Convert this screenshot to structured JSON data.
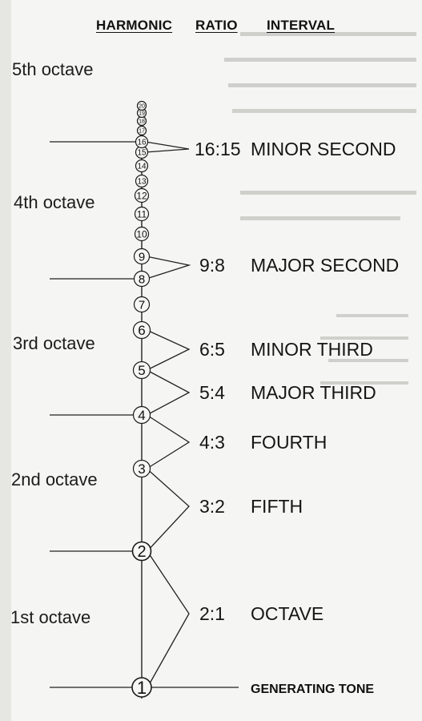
{
  "headers": {
    "harmonic": "HARMONIC",
    "ratio": "RATIO",
    "interval": "INTERVAL"
  },
  "octaves": [
    {
      "label": "5th octave"
    },
    {
      "label": "4th octave"
    },
    {
      "label": "3rd octave"
    },
    {
      "label": "2nd octave"
    },
    {
      "label": "1st octave"
    }
  ],
  "harmonics": [
    1,
    2,
    3,
    4,
    5,
    6,
    7,
    8,
    9,
    10,
    11,
    12,
    13,
    14,
    15,
    16,
    17,
    18,
    19,
    20
  ],
  "intervals": [
    {
      "ratio": "16:15",
      "name": "MINOR SECOND",
      "upper": 16,
      "lower": 15
    },
    {
      "ratio": "9:8",
      "name": "MAJOR SECOND",
      "upper": 9,
      "lower": 8
    },
    {
      "ratio": "6:5",
      "name": "MINOR THIRD",
      "upper": 6,
      "lower": 5
    },
    {
      "ratio": "5:4",
      "name": "MAJOR THIRD",
      "upper": 5,
      "lower": 4
    },
    {
      "ratio": "4:3",
      "name": "FOURTH",
      "upper": 4,
      "lower": 3
    },
    {
      "ratio": "3:2",
      "name": "FIFTH",
      "upper": 3,
      "lower": 2
    },
    {
      "ratio": "2:1",
      "name": "OCTAVE",
      "upper": 2,
      "lower": 1
    }
  ],
  "generating_tone": "GENERATING TONE"
}
